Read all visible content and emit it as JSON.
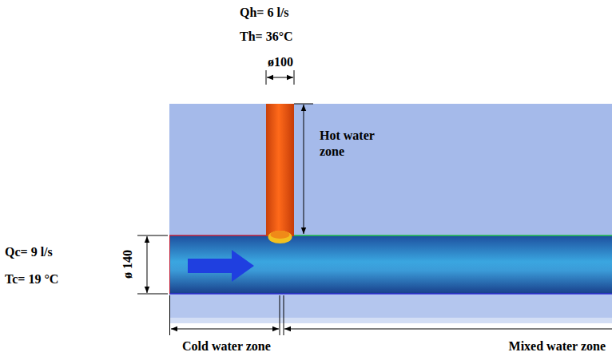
{
  "diagram": {
    "labels": [
      "Qh= 6 l/s",
      "Th= 36°C",
      "ø100",
      "Hot water zone",
      "Qc= 9 l/s",
      "Tc= 19 °C",
      "ø 140",
      "Cold water zone",
      "Mixed water zone"
    ]
  }
}
